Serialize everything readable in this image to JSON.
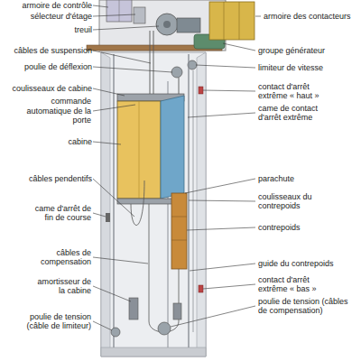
{
  "diagram": {
    "labels": [
      "armoire de contrôle",
      "sélecteur d'étage",
      "treuil",
      "câbles de suspension",
      "poulie de déflexion",
      "coulisseaux de cabine",
      "commande automatique de la porte",
      "cabine",
      "câbles pendentifs",
      "came d'arrêt de fin de course",
      "câbles de compensation",
      "amortisseur de la cabine",
      "poulie de tension (câble de limiteur)",
      "armoire des contacteurs",
      "groupe générateur",
      "limiteur de vitesse",
      "contact d'arrêt extrême « haut »",
      "came de contact d'arrêt extrême",
      "parachute",
      "coulisseaux du contrepoids",
      "contrepoids",
      "guide du contrepoids",
      "contact d'arrêt extrême « bas »",
      "poulie de tension (câbles de compensation)"
    ]
  }
}
